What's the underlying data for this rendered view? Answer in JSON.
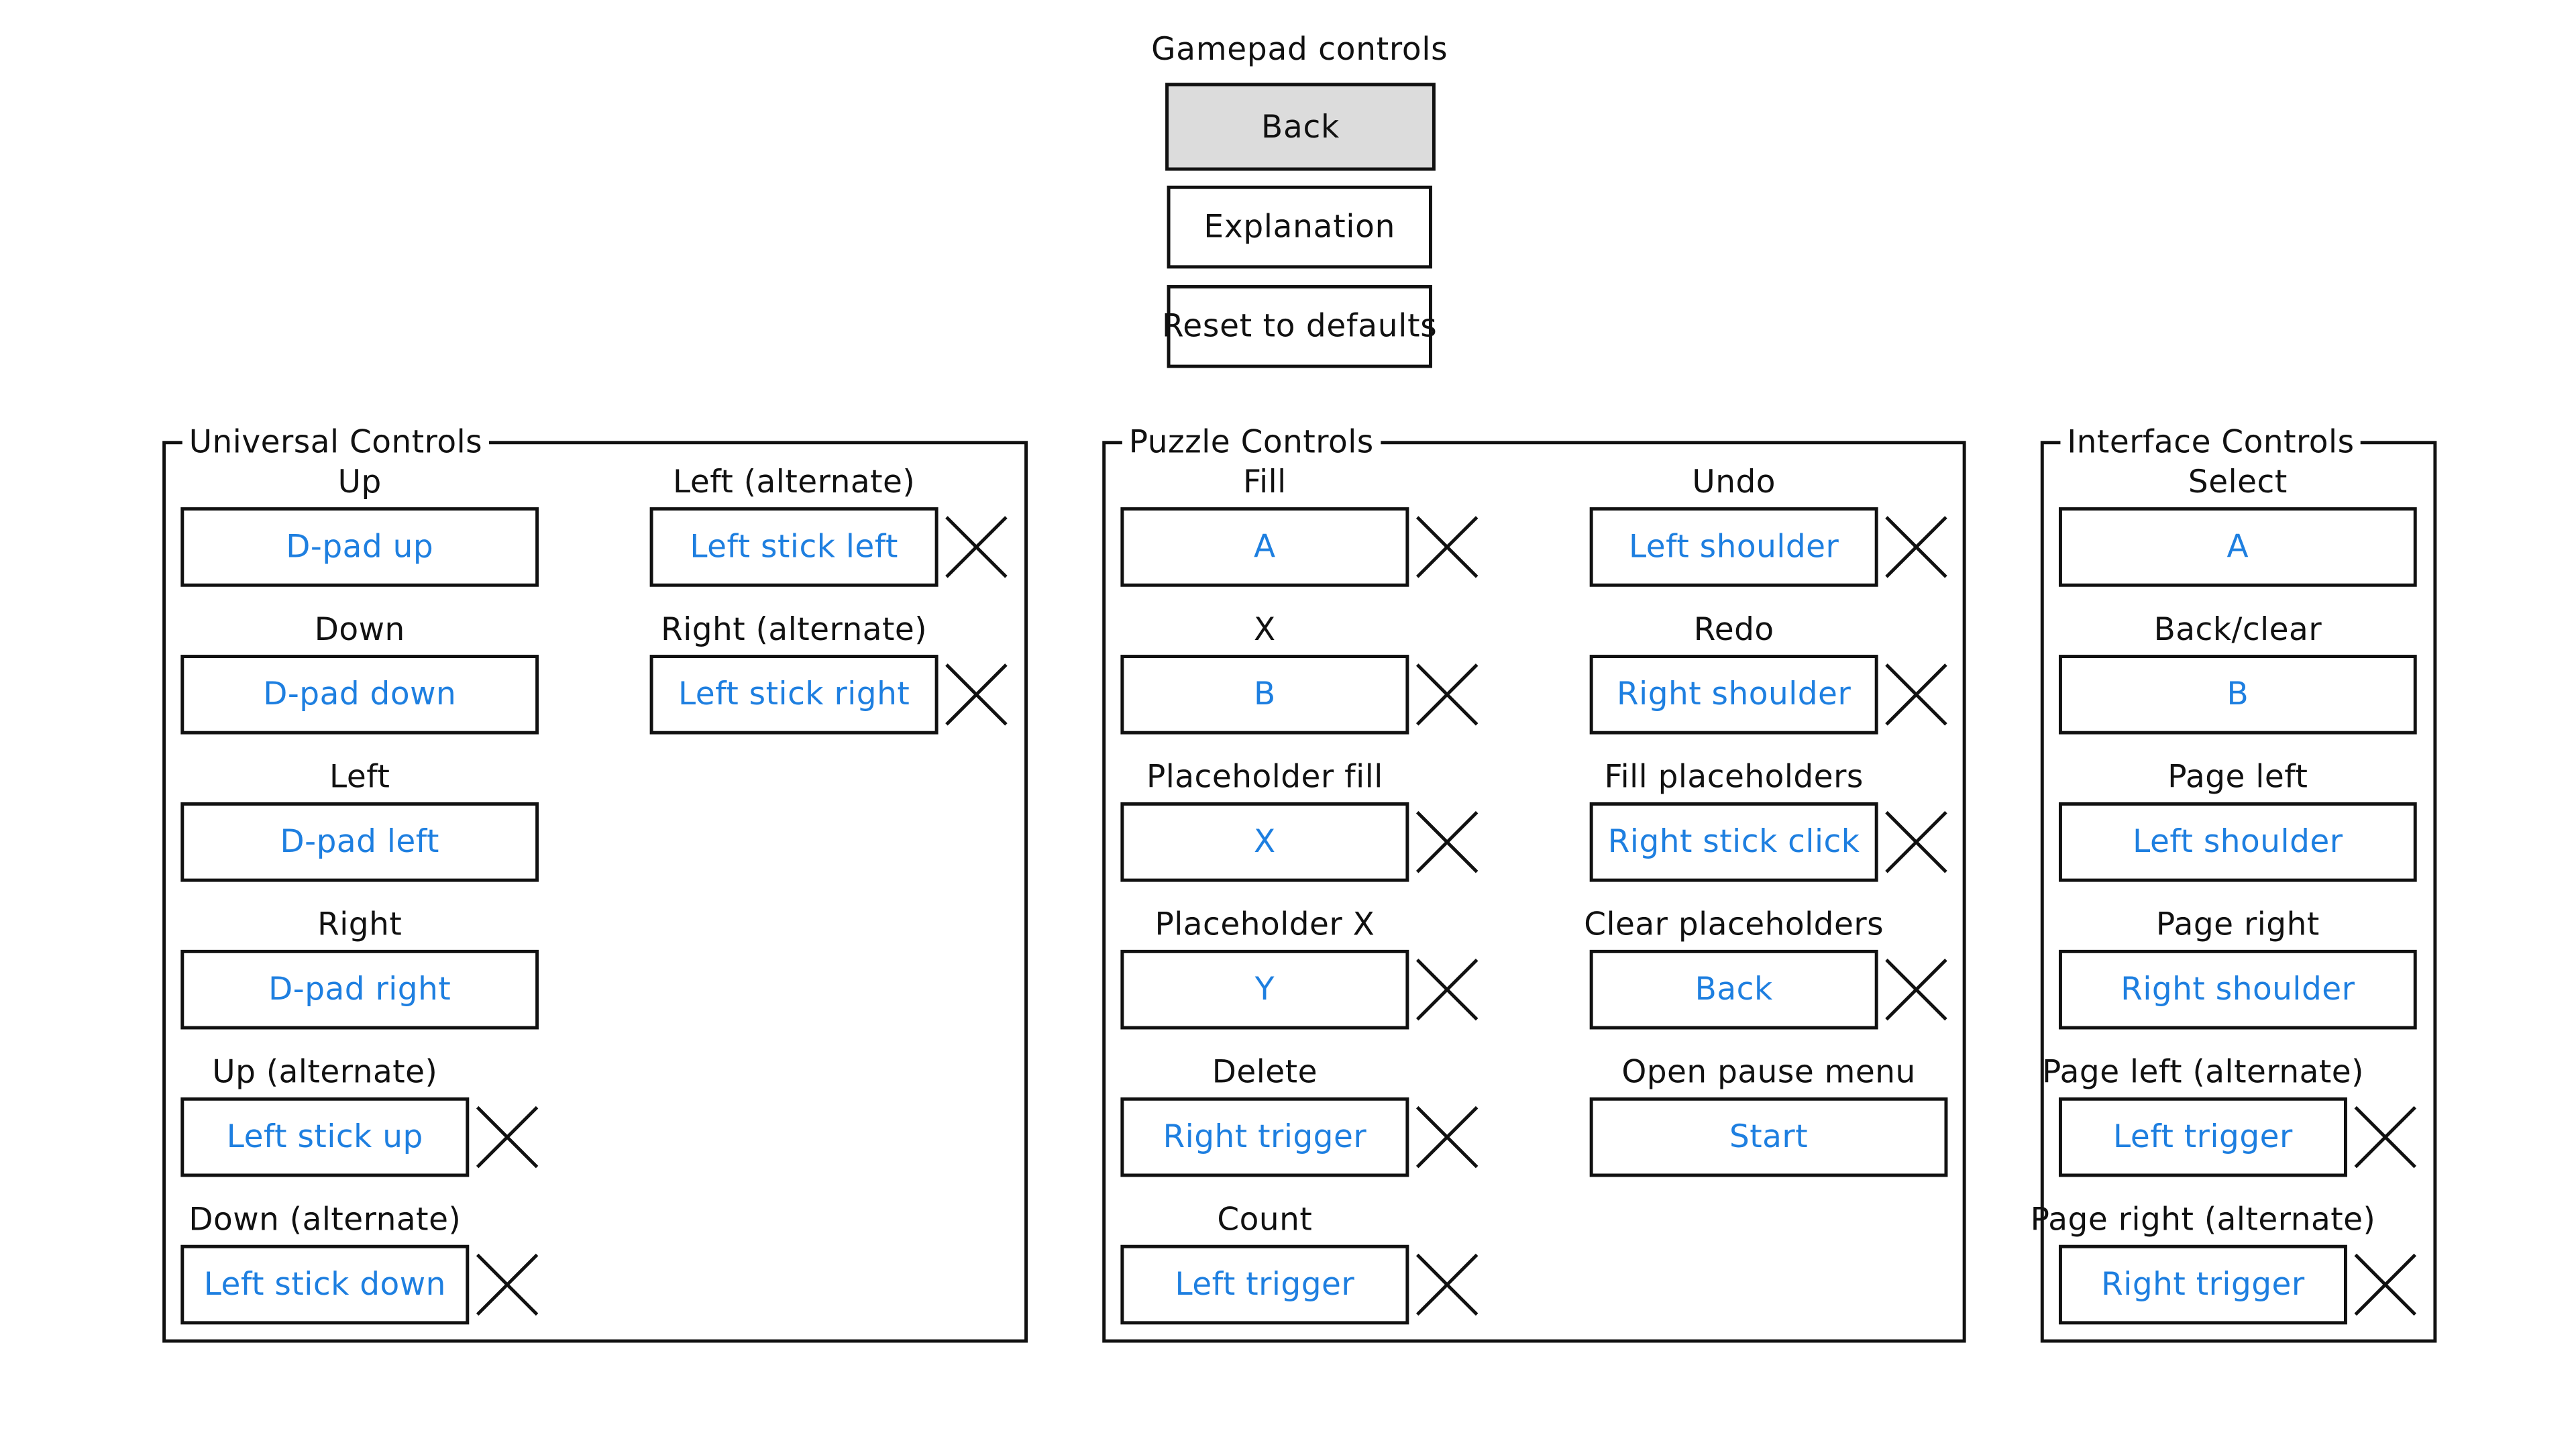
{
  "header": {
    "title": "Gamepad controls",
    "back_label": "Back",
    "explanation_label": "Explanation",
    "reset_label": "Reset to defaults"
  },
  "icons": {
    "clear": "close-icon"
  },
  "colors": {
    "binding_text": "#1e7fe0",
    "back_button_bg": "#dcdcdc",
    "outline": "#111111"
  },
  "universal": {
    "title": "Universal Controls",
    "items": [
      {
        "label": "Up",
        "binding": "D-pad up",
        "clearable": false
      },
      {
        "label": "Down",
        "binding": "D-pad down",
        "clearable": false
      },
      {
        "label": "Left",
        "binding": "D-pad left",
        "clearable": false
      },
      {
        "label": "Right",
        "binding": "D-pad right",
        "clearable": false
      },
      {
        "label": "Up (alternate)",
        "binding": "Left stick up",
        "clearable": true
      },
      {
        "label": "Down (alternate)",
        "binding": "Left stick down",
        "clearable": true
      },
      {
        "label": "Left (alternate)",
        "binding": "Left stick left",
        "clearable": true
      },
      {
        "label": "Right (alternate)",
        "binding": "Left stick right",
        "clearable": true
      }
    ]
  },
  "puzzle": {
    "title": "Puzzle Controls",
    "items": [
      {
        "label": "Fill",
        "binding": "A",
        "clearable": true
      },
      {
        "label": "X",
        "binding": "B",
        "clearable": true
      },
      {
        "label": "Placeholder fill",
        "binding": "X",
        "clearable": true
      },
      {
        "label": "Placeholder X",
        "binding": "Y",
        "clearable": true
      },
      {
        "label": "Delete",
        "binding": "Right trigger",
        "clearable": true
      },
      {
        "label": "Count",
        "binding": "Left trigger",
        "clearable": true
      },
      {
        "label": "Undo",
        "binding": "Left shoulder",
        "clearable": true
      },
      {
        "label": "Redo",
        "binding": "Right shoulder",
        "clearable": true
      },
      {
        "label": "Fill placeholders",
        "binding": "Right stick click",
        "clearable": true
      },
      {
        "label": "Clear placeholders",
        "binding": "Back",
        "clearable": true
      },
      {
        "label": "Open pause menu",
        "binding": "Start",
        "clearable": false
      }
    ]
  },
  "interface": {
    "title": "Interface Controls",
    "items": [
      {
        "label": "Select",
        "binding": "A",
        "clearable": false
      },
      {
        "label": "Back/clear",
        "binding": "B",
        "clearable": false
      },
      {
        "label": "Page left",
        "binding": "Left shoulder",
        "clearable": false
      },
      {
        "label": "Page right",
        "binding": "Right shoulder",
        "clearable": false
      },
      {
        "label": "Page left (alternate)",
        "binding": "Left trigger",
        "clearable": true
      },
      {
        "label": "Page right (alternate)",
        "binding": "Right trigger",
        "clearable": true
      }
    ]
  }
}
